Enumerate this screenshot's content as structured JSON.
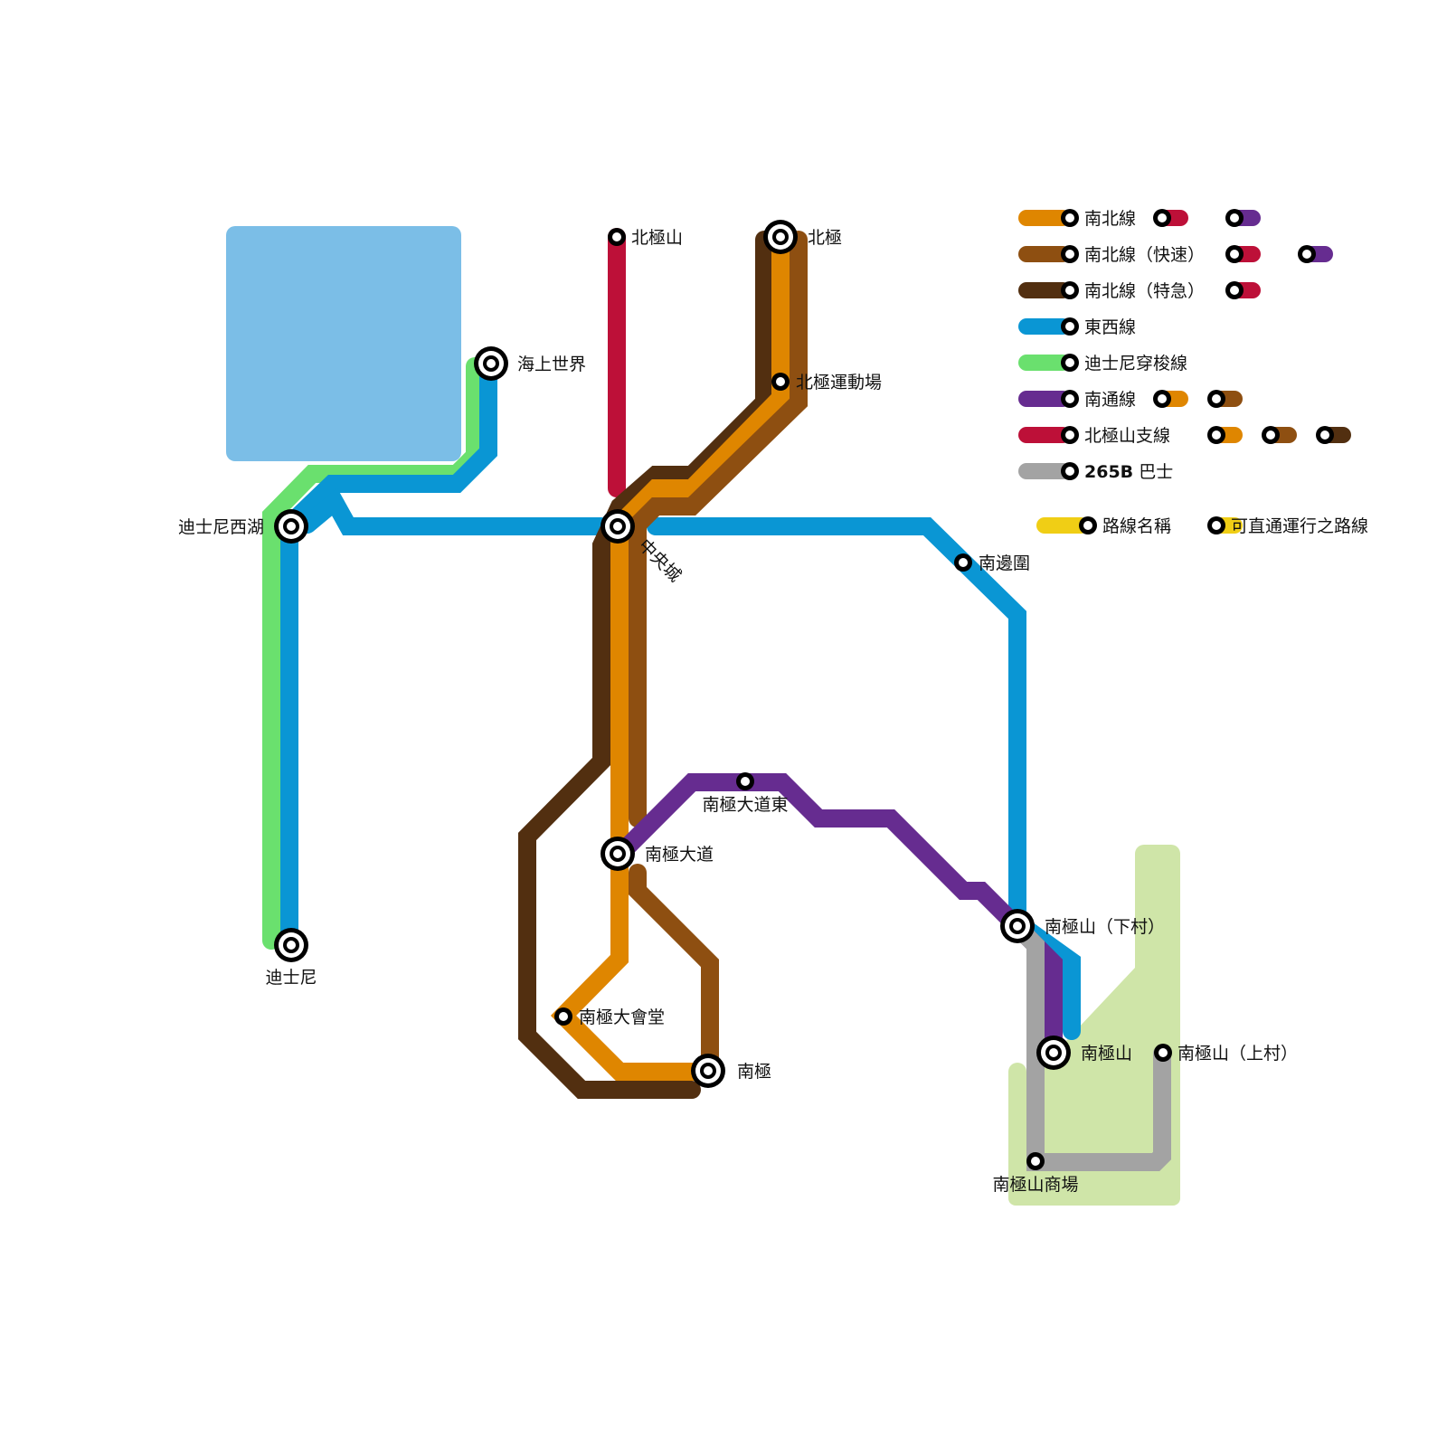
{
  "map": {
    "title": "",
    "colors": {
      "ns": "#df8600",
      "ns_express": "#8e4f11",
      "ns_special": "#522f10",
      "ew": "#0a96d4",
      "disney": "#6ae06e",
      "south": "#662c90",
      "north_branch": "#bd1038",
      "bus": "#a3a3a3",
      "water": "#7bbee7",
      "park": "#cfe5a8",
      "legend_name": "#f0ce15"
    },
    "lines": [
      {
        "id": "ns",
        "name": "南北線",
        "color_key": "ns"
      },
      {
        "id": "ns_express",
        "name": "南北線（快速）",
        "color_key": "ns_express"
      },
      {
        "id": "ns_special",
        "name": "南北線（特急）",
        "color_key": "ns_special"
      },
      {
        "id": "ew",
        "name": "東西線",
        "color_key": "ew"
      },
      {
        "id": "disney",
        "name": "迪士尼穿梭線",
        "color_key": "disney"
      },
      {
        "id": "south",
        "name": "南通線",
        "color_key": "south"
      },
      {
        "id": "north_branch",
        "name": "北極山支線",
        "color_key": "north_branch"
      },
      {
        "id": "bus",
        "name": "265B 巴士",
        "name_bold": "265B",
        "name_rest": " 巴士",
        "color_key": "bus"
      }
    ],
    "stations": [
      {
        "id": "beijishan",
        "name": "北極山",
        "type": "stop"
      },
      {
        "id": "beiji",
        "name": "北極",
        "type": "interchange"
      },
      {
        "id": "beiji_stadium",
        "name": "北極運動場",
        "type": "stop"
      },
      {
        "id": "haishang",
        "name": "海上世界",
        "type": "interchange"
      },
      {
        "id": "disney_west_lake",
        "name": "迪士尼西湖",
        "type": "interchange"
      },
      {
        "id": "central",
        "name": "中央城",
        "type": "interchange"
      },
      {
        "id": "nanbianwei",
        "name": "南邊圍",
        "type": "stop"
      },
      {
        "id": "disney",
        "name": "迪士尼",
        "type": "interchange"
      },
      {
        "id": "nanji_avenue_east",
        "name": "南極大道東",
        "type": "stop"
      },
      {
        "id": "nanji_avenue",
        "name": "南極大道",
        "type": "interchange"
      },
      {
        "id": "nanji_hall",
        "name": "南極大會堂",
        "type": "stop"
      },
      {
        "id": "nanji",
        "name": "南極",
        "type": "interchange"
      },
      {
        "id": "nanjishan_lower",
        "name": "南極山（下村）",
        "type": "interchange"
      },
      {
        "id": "nanjishan",
        "name": "南極山",
        "type": "interchange"
      },
      {
        "id": "nanjishan_upper",
        "name": "南極山（上村）",
        "type": "stop"
      },
      {
        "id": "nanjishan_mall",
        "name": "南極山商場",
        "type": "stop"
      }
    ],
    "legend": {
      "rows": [
        {
          "line": "ns",
          "label": "南北線",
          "through": [
            "north_branch",
            "south"
          ]
        },
        {
          "line": "ns_express",
          "label": "南北線（快速）",
          "through": [
            "north_branch",
            "south"
          ]
        },
        {
          "line": "ns_special",
          "label": "南北線（特急）",
          "through": [
            "north_branch"
          ]
        },
        {
          "line": "ew",
          "label": "東西線",
          "through": []
        },
        {
          "line": "disney",
          "label": "迪士尼穿梭線",
          "through": []
        },
        {
          "line": "south",
          "label": "南通線",
          "through": [
            "ns",
            "ns_express"
          ]
        },
        {
          "line": "north_branch",
          "label": "北極山支線",
          "through": [
            "ns",
            "ns_express",
            "ns_special"
          ]
        },
        {
          "line": "bus",
          "label_bold": "265B",
          "label_rest": " 巴士",
          "through": []
        }
      ],
      "key_line_name": "路線名稱",
      "key_through_service": "可直通運行之路線"
    }
  }
}
